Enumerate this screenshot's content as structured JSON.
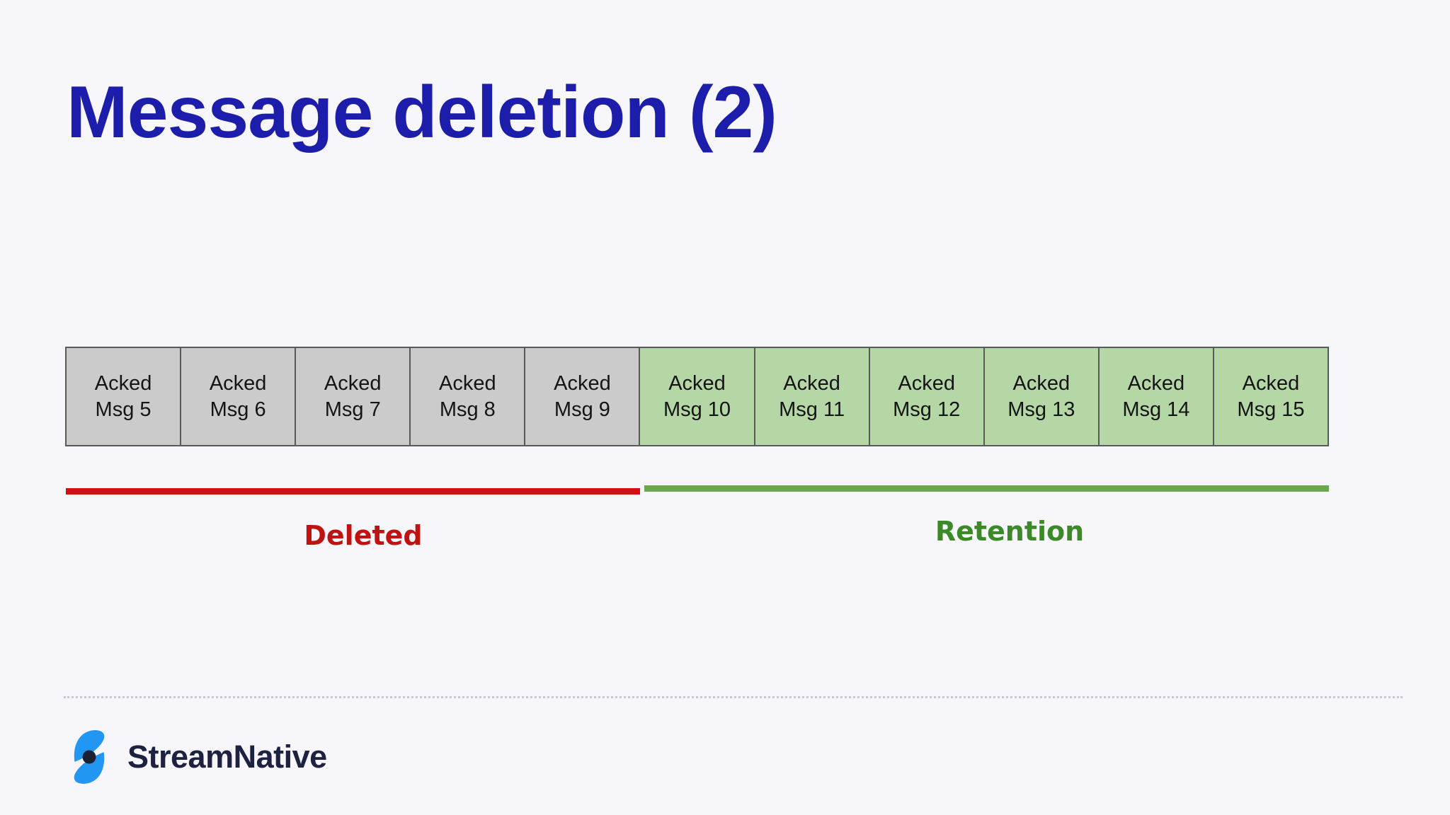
{
  "slide": {
    "title": "Message deletion (2)"
  },
  "timeline": {
    "boxes": [
      {
        "line1": "Acked",
        "line2": "Msg 5",
        "group": "deleted"
      },
      {
        "line1": "Acked",
        "line2": "Msg 6",
        "group": "deleted"
      },
      {
        "line1": "Acked",
        "line2": "Msg 7",
        "group": "deleted"
      },
      {
        "line1": "Acked",
        "line2": "Msg 8",
        "group": "deleted"
      },
      {
        "line1": "Acked",
        "line2": "Msg 9",
        "group": "deleted"
      },
      {
        "line1": "Acked",
        "line2": "Msg 10",
        "group": "retained"
      },
      {
        "line1": "Acked",
        "line2": "Msg 11",
        "group": "retained"
      },
      {
        "line1": "Acked",
        "line2": "Msg 12",
        "group": "retained"
      },
      {
        "line1": "Acked",
        "line2": "Msg 13",
        "group": "retained"
      },
      {
        "line1": "Acked",
        "line2": "Msg 14",
        "group": "retained"
      },
      {
        "line1": "Acked",
        "line2": "Msg 15",
        "group": "retained"
      }
    ],
    "deleted_label": "Deleted",
    "retention_label": "Retention"
  },
  "footer": {
    "brand": "StreamNative"
  },
  "colors": {
    "background": "#f6f6fb",
    "title": "#1d1dac",
    "deleted_box_fill": "#cbcbcb",
    "retained_box_fill": "#b5d7a6",
    "box_border": "#595959",
    "box_text": "#141414",
    "deleted_line": "#cf1111",
    "deleted_label": "#c11212",
    "retention_line": "#6aa84f",
    "retention_label": "#3c8a27",
    "dotted_rule": "#c9c9d4",
    "logo_blue": "#2196f3",
    "logo_dot": "#1b2033",
    "brand_text": "#1c2240"
  }
}
